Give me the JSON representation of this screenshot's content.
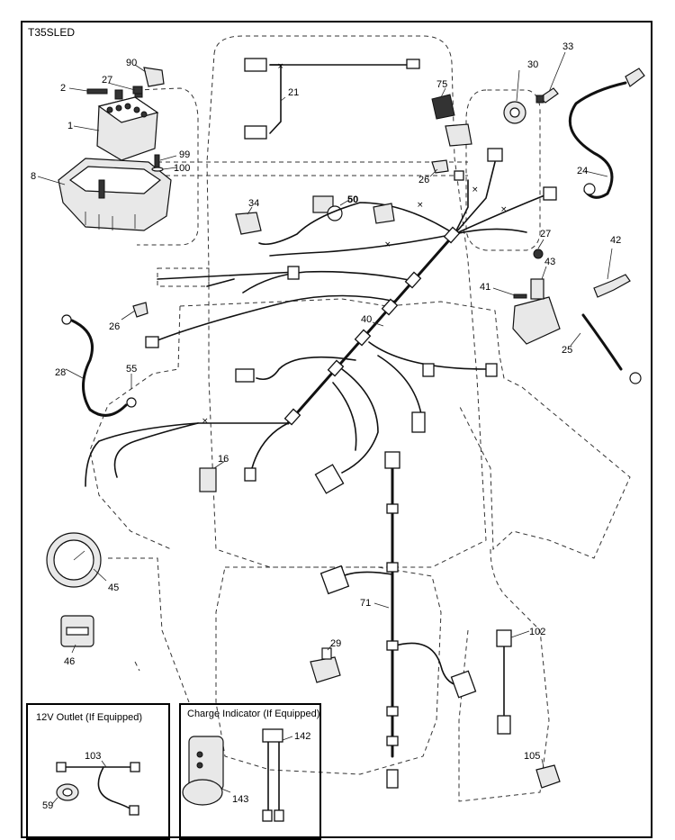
{
  "model_code": "T35SLED",
  "insets": {
    "outlet_title": "12V Outlet (If Equipped)",
    "charge_title": "Charge Indicator (If Equipped)"
  },
  "callouts": {
    "c1": "1",
    "c2": "2",
    "c8": "8",
    "c16": "16",
    "c21": "21",
    "c24": "24",
    "c25": "25",
    "c26a": "26",
    "c26b": "26",
    "c27a": "27",
    "c27b": "27",
    "c28": "28",
    "c29": "29",
    "c30": "30",
    "c33": "33",
    "c34": "34",
    "c40": "40",
    "c41": "41",
    "c42": "42",
    "c43": "43",
    "c45": "45",
    "c46": "46",
    "c50": "50",
    "c55": "55",
    "c59": "59",
    "c71": "71",
    "c75": "75",
    "c90": "90",
    "c99": "99",
    "c100": "100",
    "c102": "102",
    "c103": "103",
    "c105": "105",
    "c142": "142",
    "c143": "143"
  }
}
